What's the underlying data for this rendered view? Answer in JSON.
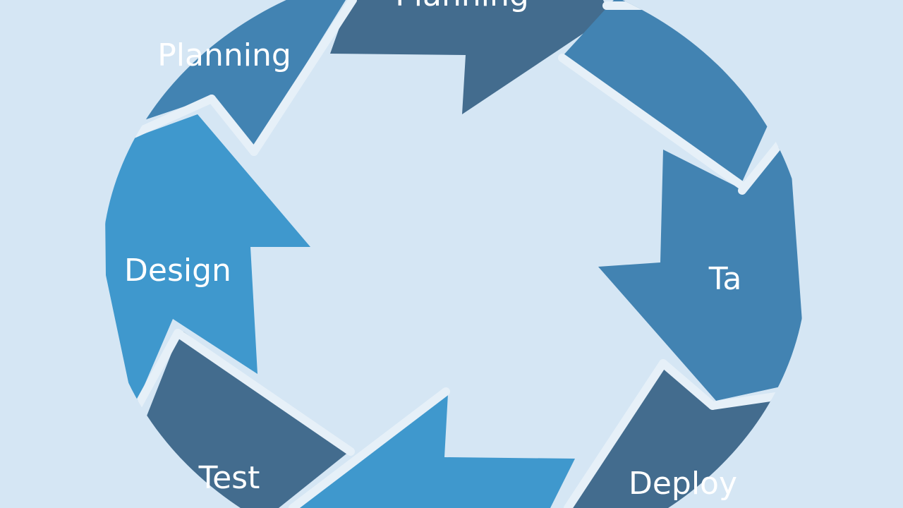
{
  "diagram": {
    "type": "cycle",
    "background": "#d5e6f4",
    "divider_color": "#e6f0f8",
    "segments": [
      {
        "id": "top",
        "label": "Planning",
        "color": "#436c8e",
        "tone": "dark"
      },
      {
        "id": "top-right",
        "label": "",
        "color": "#4283b2",
        "tone": "mid"
      },
      {
        "id": "right",
        "label": "Ta",
        "color": "#4283b2",
        "tone": "mid"
      },
      {
        "id": "bottom-right",
        "label": "Deploy",
        "color": "#436c8e",
        "tone": "dark"
      },
      {
        "id": "bottom",
        "label": "",
        "color": "#3f98cd",
        "tone": "bright"
      },
      {
        "id": "bottom-left",
        "label": "Test",
        "color": "#436c8e",
        "tone": "dark"
      },
      {
        "id": "left",
        "label": "Design",
        "color": "#3f98cd",
        "tone": "bright"
      },
      {
        "id": "top-left",
        "label": "Planning",
        "color": "#4283b2",
        "tone": "mid"
      }
    ]
  }
}
